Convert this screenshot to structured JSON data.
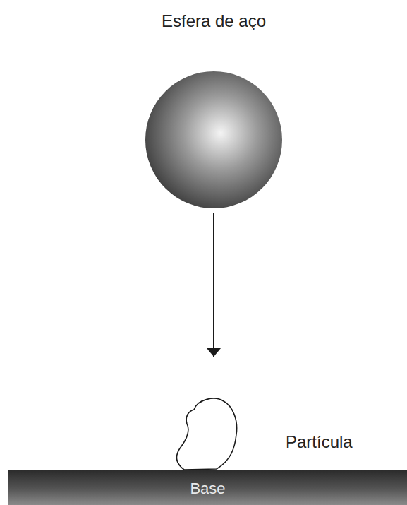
{
  "diagram": {
    "nodes": [
      {
        "text": [
          "Esfera de aço"
        ]
      },
      {
        "text": [
          "Partícula"
        ]
      },
      {
        "text": [
          "Base"
        ]
      }
    ],
    "edges": [
      {
        "from": 0,
        "to": 1,
        "arrow": "to"
      }
    ]
  }
}
